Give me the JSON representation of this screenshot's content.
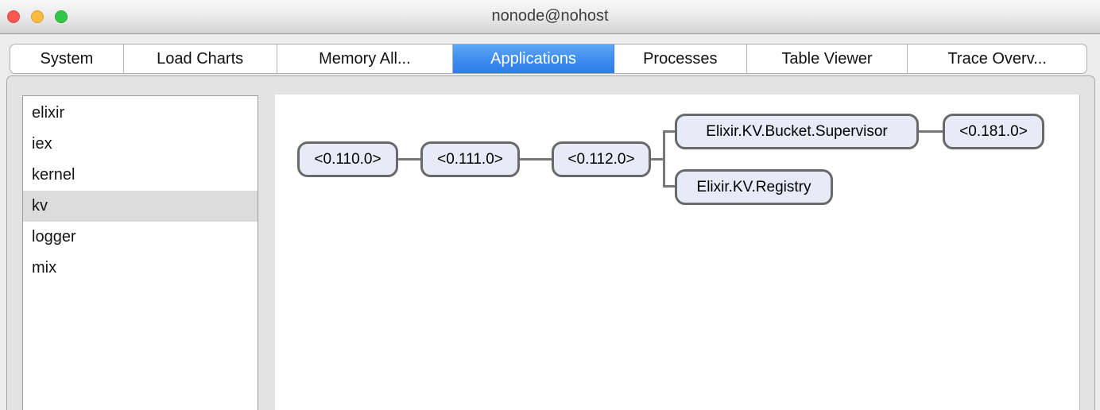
{
  "window": {
    "title": "nonode@nohost"
  },
  "tabs": {
    "items": [
      {
        "label": "System",
        "selected": false
      },
      {
        "label": "Load Charts",
        "selected": false
      },
      {
        "label": "Memory All...",
        "selected": false
      },
      {
        "label": "Applications",
        "selected": true
      },
      {
        "label": "Processes",
        "selected": false
      },
      {
        "label": "Table Viewer",
        "selected": false
      },
      {
        "label": "Trace Overv...",
        "selected": false
      }
    ]
  },
  "sidebar": {
    "items": [
      "elixir",
      "iex",
      "kernel",
      "kv",
      "logger",
      "mix"
    ],
    "selected": "kv"
  },
  "tree": {
    "nodes": [
      {
        "label": "<0.110.0>"
      },
      {
        "label": "<0.111.0>"
      },
      {
        "label": "<0.112.0>"
      },
      {
        "label": "Elixir.KV.Bucket.Supervisor"
      },
      {
        "label": "<0.181.0>"
      },
      {
        "label": "Elixir.KV.Registry"
      }
    ],
    "edges": [
      [
        "<0.110.0>",
        "<0.111.0>"
      ],
      [
        "<0.111.0>",
        "<0.112.0>"
      ],
      [
        "<0.112.0>",
        "Elixir.KV.Bucket.Supervisor"
      ],
      [
        "<0.112.0>",
        "Elixir.KV.Registry"
      ],
      [
        "Elixir.KV.Bucket.Supervisor",
        "<0.181.0>"
      ]
    ]
  },
  "icons": {
    "close": "close-icon",
    "minimize": "minimize-icon",
    "zoom": "zoom-icon"
  },
  "colors": {
    "selected_tab_top": "#60a8f6",
    "selected_tab_bottom": "#2e7ce8",
    "node_fill": "#e9eaf7",
    "node_border": "#696969",
    "connector": "#787878",
    "list_selection": "#dcdcdc",
    "traffic_red": "#fc5753",
    "traffic_yellow": "#fdbc40",
    "traffic_green": "#33c748"
  }
}
